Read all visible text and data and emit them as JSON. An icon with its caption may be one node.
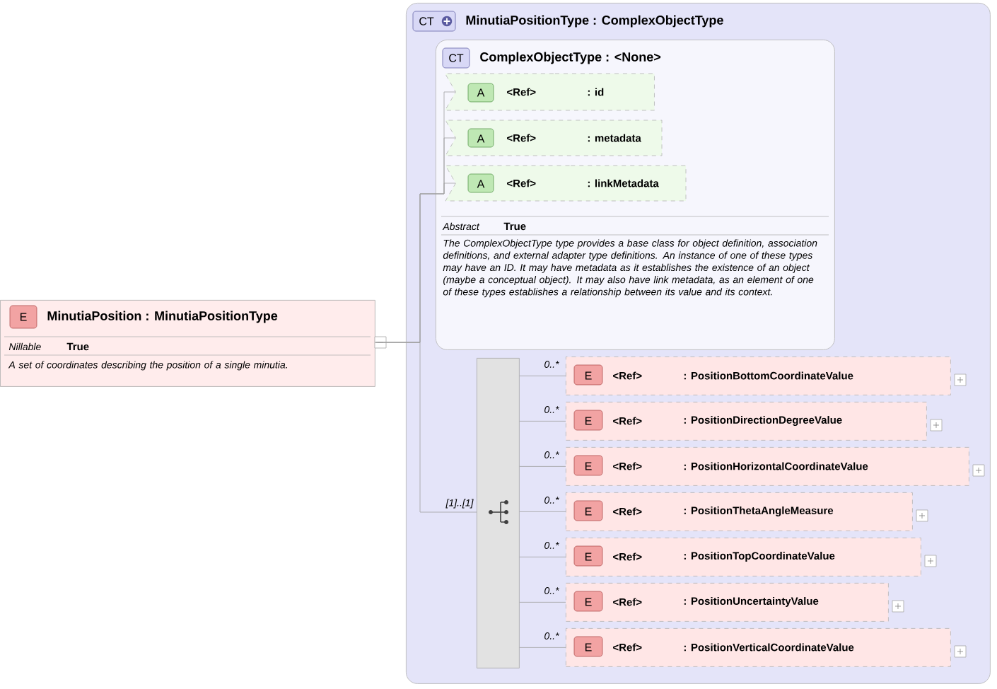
{
  "diagram": {
    "nodes": [
      {
        "text": [
          "E",
          "MinutiaPosition : MinutiaPositionType",
          "Nillable",
          "True",
          "A set of coordinates describing the position of a single minutia."
        ]
      },
      {
        "text": [
          "CT",
          "MinutiaPositionType : ComplexObjectType"
        ]
      },
      {
        "text": [
          "CT",
          "ComplexObjectType : <None>",
          "Abstract",
          "True",
          "The ComplexObjectType type provides a base class for object definition, association definitions, and external adapter type definitions. An instance of one of these types may have an ID. It may have metadata as it establishes the existence of an object (maybe a conceptual object). It may also have link metadata, as an element of one of these types establishes a relationship between its value and its context."
        ],
        "in": 1
      },
      {
        "text": [
          "A",
          "<Ref>",
          ": id"
        ],
        "in": 2
      },
      {
        "text": [
          "A",
          "<Ref>",
          ": metadata"
        ],
        "in": 2
      },
      {
        "text": [
          "A",
          "<Ref>",
          ": linkMetadata"
        ],
        "in": 2
      },
      {
        "text": [],
        "shape": "bar",
        "in": 1
      },
      {
        "text": [
          "E",
          "<Ref>",
          ": PositionBottomCoordinateValue"
        ],
        "in": 1
      },
      {
        "text": [
          "E",
          "<Ref>",
          ": PositionDirectionDegreeValue"
        ],
        "in": 1
      },
      {
        "text": [
          "E",
          "<Ref>",
          ": PositionHorizontalCoordinateValue"
        ],
        "in": 1
      },
      {
        "text": [
          "E",
          "<Ref>",
          ": PositionThetaAngleMeasure"
        ],
        "in": 1
      },
      {
        "text": [
          "E",
          "<Ref>",
          ": PositionTopCoordinateValue"
        ],
        "in": 1
      },
      {
        "text": [
          "E",
          "<Ref>",
          ": PositionUncertaintyValue"
        ],
        "in": 1
      },
      {
        "text": [
          "E",
          "<Ref>",
          ": PositionVerticalCoordinateValue"
        ],
        "in": 1
      }
    ],
    "edges": [
      {
        "from": 0,
        "to": 3,
        "arrow": "none"
      },
      {
        "from": 0,
        "to": 4,
        "arrow": "none"
      },
      {
        "from": 0,
        "to": 5,
        "arrow": "none"
      },
      {
        "from": 0,
        "to": 6,
        "arrow": "none",
        "label": "[1]..[1]"
      },
      {
        "from": 6,
        "to": 7,
        "arrow": "none",
        "label": "0..*"
      },
      {
        "from": 6,
        "to": 8,
        "arrow": "none",
        "label": "0..*"
      },
      {
        "from": 6,
        "to": 9,
        "arrow": "none",
        "label": "0..*"
      },
      {
        "from": 6,
        "to": 10,
        "arrow": "none",
        "label": "0..*"
      },
      {
        "from": 6,
        "to": 11,
        "arrow": "none",
        "label": "0..*"
      },
      {
        "from": 6,
        "to": 12,
        "arrow": "none",
        "label": "0..*"
      },
      {
        "from": 6,
        "to": 13,
        "arrow": "none",
        "label": "0..*"
      }
    ]
  }
}
